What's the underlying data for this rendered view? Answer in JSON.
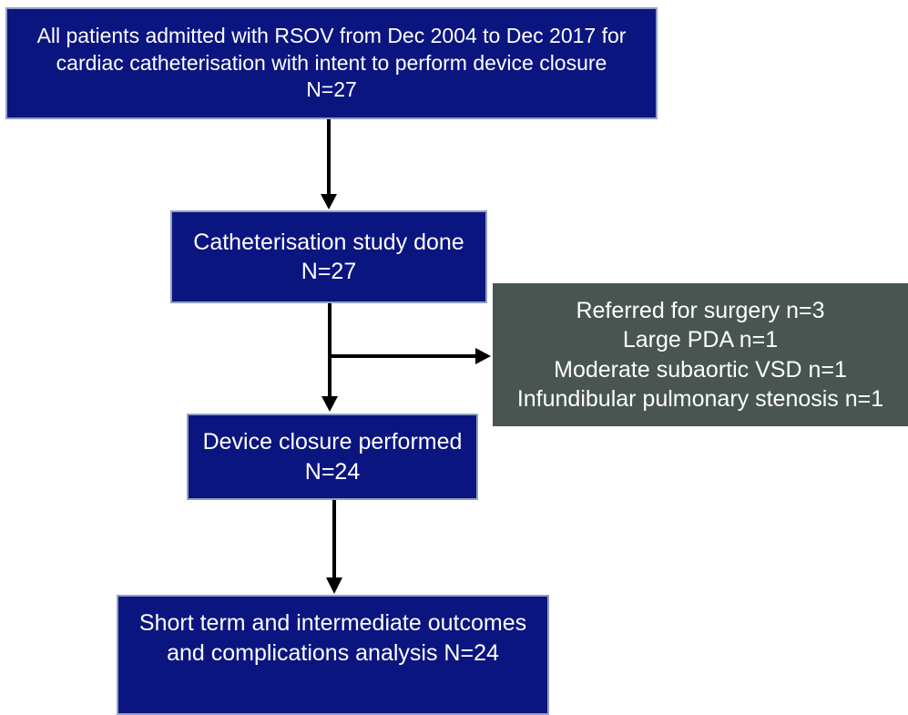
{
  "colors": {
    "background": "#ffffff",
    "box_blue": "#0b1580",
    "box_blue_border": "#93a1c4",
    "box_gray": "#485551",
    "arrow": "#000000",
    "text": "#ffffff"
  },
  "boxes": {
    "admitted": {
      "n": "N=27",
      "lines": [
        "All patients admitted with RSOV from Dec 2004 to Dec 2017 for",
        "cardiac catheterisation with intent to perform device closure",
        "N=27"
      ]
    },
    "cath_study": {
      "n": "N=27",
      "lines": [
        "Catheterisation study done",
        "N=27"
      ]
    },
    "referred_surgery": {
      "n": "n=3",
      "lines": [
        "Referred for surgery n=3",
        "Large PDA n=1",
        "Moderate subaortic VSD n=1",
        "Infundibular pulmonary stenosis n=1"
      ]
    },
    "device_closure": {
      "n": "N=24",
      "lines": [
        "Device closure performed",
        "N=24"
      ]
    },
    "outcomes": {
      "n": "N=24",
      "lines": [
        "Short term and intermediate outcomes",
        "and complications analysis N=24"
      ]
    }
  }
}
